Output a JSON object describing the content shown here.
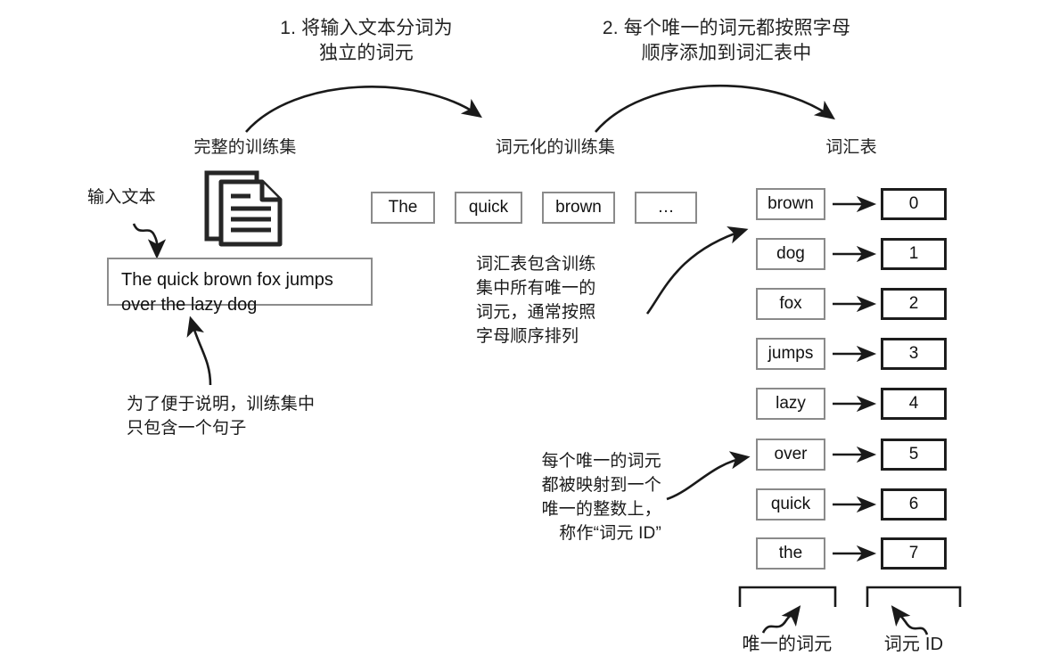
{
  "steps": [
    {
      "id": "step-1",
      "text": "1. 将输入文本分词为\n独立的词元"
    },
    {
      "id": "step-2",
      "text": "2. 每个唯一的词元都按照字母\n顺序添加到词汇表中"
    }
  ],
  "section_labels": {
    "corpus": "完整的训练集",
    "tokenized": "词元化的训练集",
    "vocabulary": "词汇表"
  },
  "left": {
    "input_text_label": "输入文本",
    "document_icon": "stacked-documents-icon",
    "sentence": "The quick brown fox jumps\nover the lazy dog",
    "note": "为了便于说明，训练集中\n只包含一个句子"
  },
  "tokens": [
    "The",
    "quick",
    "brown",
    "…"
  ],
  "notes": {
    "vocab_note": "词汇表包含训练\n集中所有唯一的\n词元，通常按照\n字母顺序排列",
    "id_note": "每个唯一的词元\n都被映射到一个\n唯一的整数上，\n称作“词元 ID”"
  },
  "vocabulary": [
    {
      "token": "brown",
      "id": "0"
    },
    {
      "token": "dog",
      "id": "1"
    },
    {
      "token": "fox",
      "id": "2"
    },
    {
      "token": "jumps",
      "id": "3"
    },
    {
      "token": "lazy",
      "id": "4"
    },
    {
      "token": "over",
      "id": "5"
    },
    {
      "token": "quick",
      "id": "6"
    },
    {
      "token": "the",
      "id": "7"
    }
  ],
  "bottom_labels": {
    "tokens": "唯一的词元",
    "ids": "词元 ID"
  },
  "colors": {
    "ink": "#1a1a1a",
    "box_border_gray": "#8a8a8a",
    "box_border_black": "#1d1d1d",
    "background": "#ffffff"
  }
}
